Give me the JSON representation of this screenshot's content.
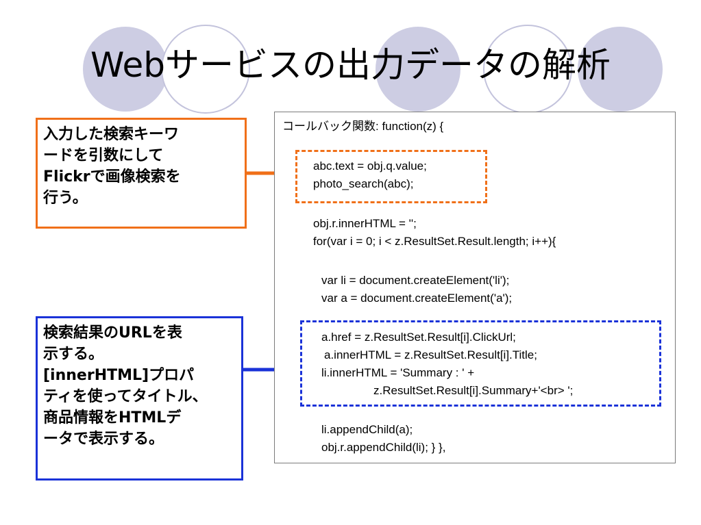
{
  "slide": {
    "title": "Webサービスの出力データの解析"
  },
  "callouts": {
    "orange": {
      "text": "入力した検索キーワ\nードを引数にして\nFlickrで画像検索を\n行う。"
    },
    "blue": {
      "text": "検索結果のURLを表\n示する。\n[innerHTML]プロパ\nティを使ってタイトル、\n商品情報をHTMLデ\nータで表示する。"
    }
  },
  "code": {
    "lines": [
      "コールバック関数: function(z) {",
      "abc.text = obj.q.value;",
      "photo_search(abc);",
      "obj.r.innerHTML = '';",
      "for(var i = 0; i < z.ResultSet.Result.length; i++){",
      "var li = document.createElement('li');",
      "var a = document.createElement('a');",
      "a.href = z.ResultSet.Result[i].ClickUrl;",
      "a.innerHTML = z.ResultSet.Result[i].Title;",
      "li.innerHTML = 'Summary : ' +",
      "z.ResultSet.Result[i].Summary+'<br> ';",
      "li.appendChild(a);",
      "obj.r.appendChild(li); } },"
    ]
  },
  "colors": {
    "orange_accent": "#f07019",
    "blue_accent": "#1a32d8",
    "circle_fill": "#cdcde3",
    "circle_ring": "#c3c3dc"
  }
}
